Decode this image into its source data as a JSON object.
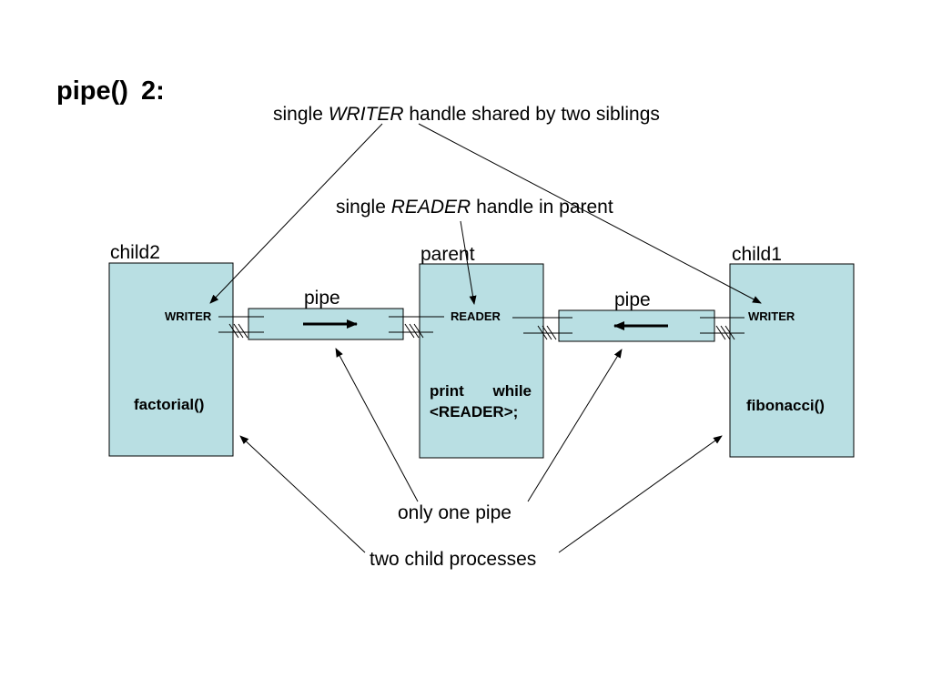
{
  "title": {
    "text": "pipe()",
    "number": "2:"
  },
  "annotations": {
    "writer_note": {
      "prefix": "single ",
      "emphasis": "WRITER",
      "suffix": " handle shared by two siblings"
    },
    "reader_note": {
      "prefix": "single ",
      "emphasis": "READER",
      "suffix": " handle in parent"
    },
    "pipe_note": "only one pipe",
    "children_note": "two child processes"
  },
  "processes": {
    "child2": {
      "label": "child2",
      "handle": "WRITER",
      "function": "factorial()"
    },
    "parent": {
      "label": "parent",
      "handle": "READER",
      "body_line1_a": "print",
      "body_line1_b": "while",
      "body_line2": "<READER>;"
    },
    "child1": {
      "label": "child1",
      "handle": "WRITER",
      "function": "fibonacci()"
    }
  },
  "pipes": {
    "left_label": "pipe",
    "right_label": "pipe"
  },
  "colors": {
    "box_fill": "#b9dfe3",
    "stroke": "#000000"
  }
}
